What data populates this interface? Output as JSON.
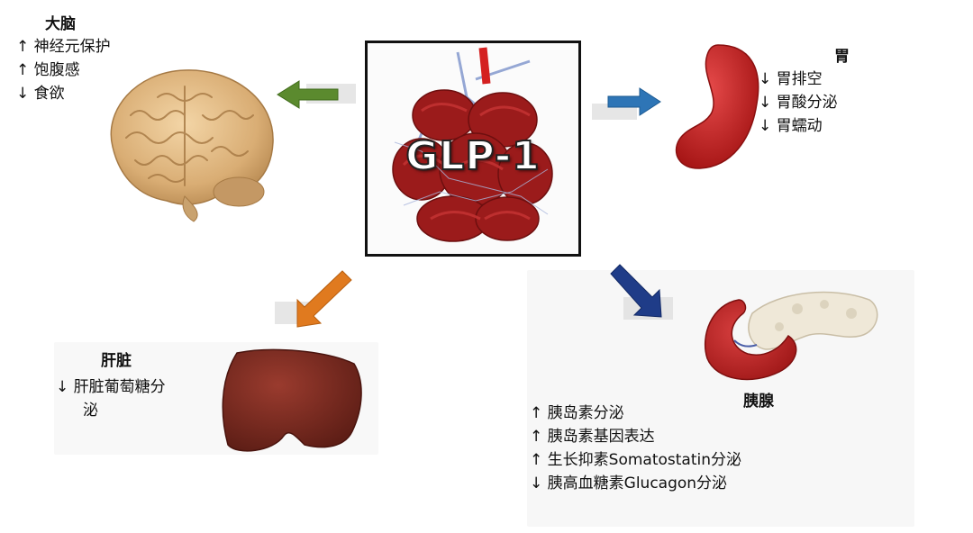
{
  "center": {
    "label": "GLP-1",
    "image": "intestine-illustration"
  },
  "brain": {
    "title": "大脑",
    "lines": [
      "↑ 神经元保护",
      "↑ 饱腹感",
      "↓ 食欲"
    ]
  },
  "stomach": {
    "title": "胃",
    "lines": [
      "↓ 胃排空",
      "↓ 胃酸分泌",
      "↓ 胃蠕动"
    ]
  },
  "liver": {
    "title": "肝脏",
    "line1": "↓  肝脏葡萄糖分",
    "line2": "泌"
  },
  "pancreas": {
    "title": "胰腺",
    "lines": [
      "↑ 胰岛素分泌",
      "↑ 胰岛素基因表达",
      "↑ 生长抑素Somatostatin分泌",
      "↓ 胰高血糖素Glucagon分泌"
    ]
  },
  "arrows": {
    "to_brain": {
      "color": "#5b8a2e",
      "icon": "arrow-left"
    },
    "to_stomach": {
      "color": "#2e75b6",
      "icon": "arrow-right"
    },
    "to_liver": {
      "color": "#e07a1f",
      "icon": "arrow-down-left"
    },
    "to_pancreas": {
      "color": "#1f3c88",
      "icon": "arrow-down-right"
    }
  }
}
